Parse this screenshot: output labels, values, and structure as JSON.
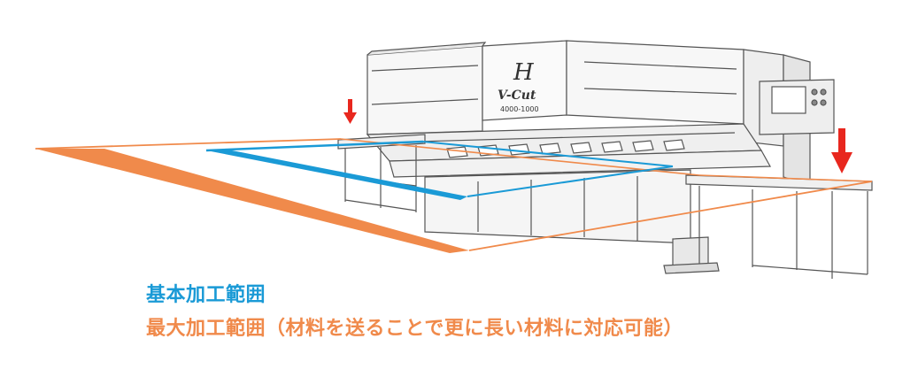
{
  "legend": {
    "basic_range": "基本加工範囲",
    "max_range": "最大加工範囲（材料を送ることで更に長い材料に対応可能）"
  },
  "logo": {
    "emblem": "H",
    "brand": "V-Cut",
    "model": "4000-1000"
  },
  "colors": {
    "basic_range": "#1a9ad6",
    "max_range": "#f08a4b",
    "arrow": "#e8271e",
    "machine_line": "#555555",
    "machine_fill": "#f7f7f7"
  }
}
